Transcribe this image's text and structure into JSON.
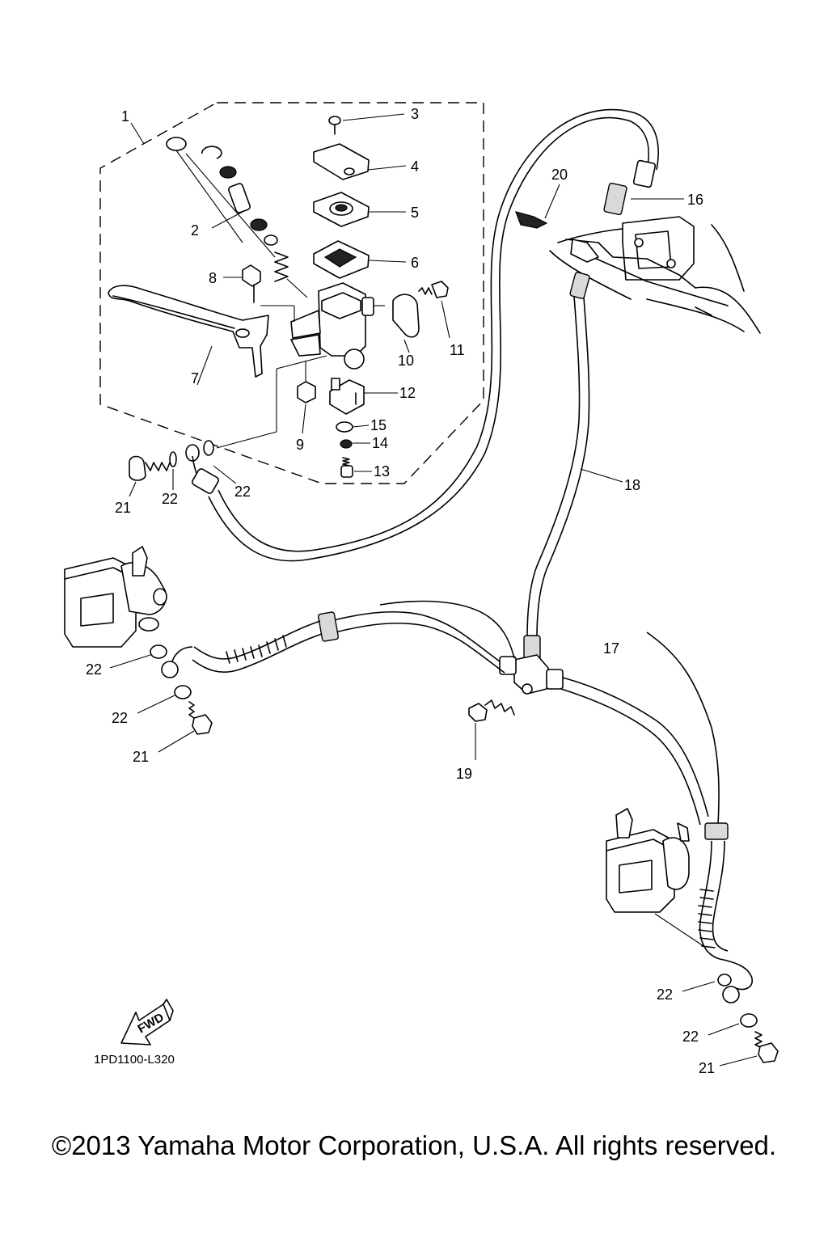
{
  "diagram": {
    "callouts": [
      "1",
      "2",
      "3",
      "4",
      "5",
      "6",
      "7",
      "8",
      "9",
      "10",
      "11",
      "12",
      "13",
      "14",
      "15",
      "16",
      "17",
      "18",
      "19",
      "20",
      "21",
      "22"
    ],
    "repeated_labels": {
      "n21": "21",
      "n22": "22"
    },
    "fwd_label": "FWD",
    "drawing_code": "1PD1100-L320"
  },
  "footer": {
    "copyright": "©2013 Yamaha Motor Corporation, U.S.A. All rights reserved."
  }
}
